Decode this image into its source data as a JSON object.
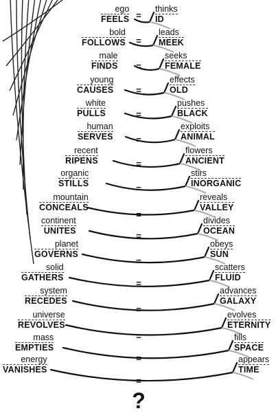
{
  "left_pairs": [
    {
      "top": "ego",
      "bottom": "FEELS"
    },
    {
      "top": "bold",
      "bottom": "FOLLOWS"
    },
    {
      "top": "male",
      "bottom": "FINDS"
    },
    {
      "top": "young",
      "bottom": "CAUSES"
    },
    {
      "top": "white",
      "bottom": "PULLS"
    },
    {
      "top": "human",
      "bottom": "SERVES"
    },
    {
      "top": "recent",
      "bottom": "RIPENS"
    },
    {
      "top": "organic",
      "bottom": "STILLS"
    },
    {
      "top": "mountain",
      "bottom": "CONCEALS"
    },
    {
      "top": "continent",
      "bottom": "UNITES"
    },
    {
      "top": "planet",
      "bottom": "GOVERNS"
    },
    {
      "top": "solid",
      "bottom": "GATHERS"
    },
    {
      "top": "system",
      "bottom": "RECEDES"
    },
    {
      "top": "universe",
      "bottom": "REVOLVES"
    },
    {
      "top": "mass",
      "bottom": "EMPTIES"
    },
    {
      "top": "energy",
      "bottom": "VANISHES"
    }
  ],
  "right_pairs": [
    {
      "top": "thinks",
      "bottom": "ID"
    },
    {
      "top": "leads",
      "bottom": "MEEK"
    },
    {
      "top": "seeks",
      "bottom": "FEMALE"
    },
    {
      "top": "effects",
      "bottom": "OLD"
    },
    {
      "top": "pushes",
      "bottom": "BLACK"
    },
    {
      "top": "exploits",
      "bottom": "ANIMAL"
    },
    {
      "top": "flowers",
      "bottom": "ANCIENT"
    },
    {
      "top": "stirs",
      "bottom": "INORGANIC"
    },
    {
      "top": "reveals",
      "bottom": "VALLEY"
    },
    {
      "top": "divides",
      "bottom": "OCEAN"
    },
    {
      "top": "obeys",
      "bottom": "SUN"
    },
    {
      "top": "scatters",
      "bottom": "FLUID"
    },
    {
      "top": "advances",
      "bottom": "GALAXY"
    },
    {
      "top": "evolves",
      "bottom": "ETERNITY"
    },
    {
      "top": "fills",
      "bottom": "SPACE"
    },
    {
      "top": "appears",
      "bottom": "TIME"
    }
  ],
  "equals_sign": "=",
  "question_mark": "?"
}
